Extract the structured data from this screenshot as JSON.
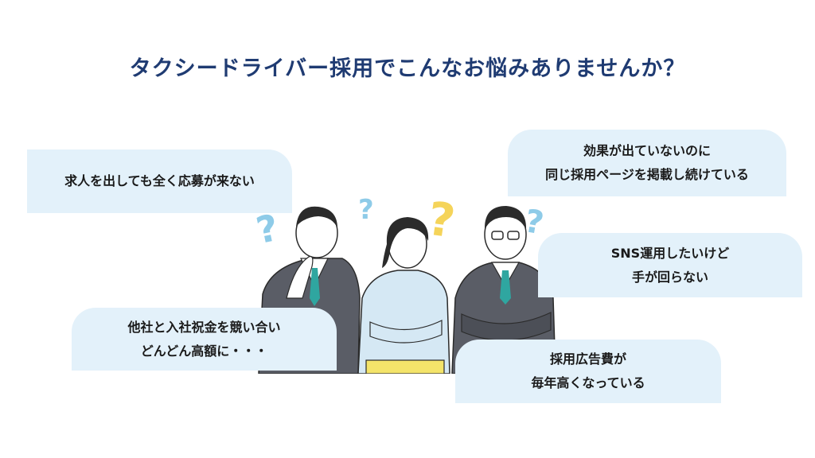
{
  "title": "タクシードライバー採用でこんなお悩みありませんか？",
  "bubbles": [
    {
      "lines": [
        "求人を出しても全く応募が来ない"
      ]
    },
    {
      "lines": [
        "効果が出ていないのに",
        "同じ採用ページを掲載し続けている"
      ]
    },
    {
      "lines": [
        "SNS運用したいけど",
        "手が回らない"
      ]
    },
    {
      "lines": [
        "他社と入社祝金を競い合い",
        "どんどん高額に・・・"
      ]
    },
    {
      "lines": [
        "採用広告費が",
        "毎年高くなっている"
      ]
    }
  ],
  "marks": {
    "question": "?"
  },
  "colors": {
    "title": "#1f3b72",
    "bubble": "#e3f1fa",
    "question_blue": "#8ecbe8",
    "question_yellow": "#f5d45a",
    "suit": "#5a5d66",
    "shirt_blue": "#d5e8f4",
    "tie": "#2fa6a0",
    "pants_yellow": "#f4e46a"
  }
}
